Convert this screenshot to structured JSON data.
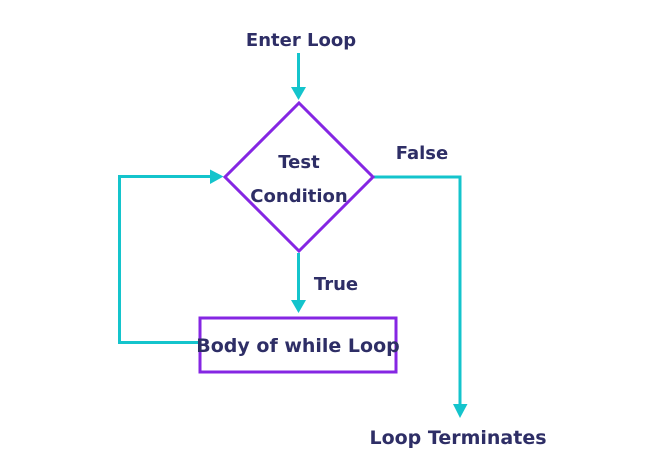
{
  "colors": {
    "background": "#ffffff",
    "arrow": "#14c4cc",
    "node_border": "#8526e3",
    "label_text": "#2e2e66"
  },
  "flowchart": {
    "entry_label": "Enter Loop",
    "decision_node": {
      "shape": "diamond",
      "line1": "Test",
      "line2": "Condition"
    },
    "false_branch_label": "False",
    "true_branch_label": "True",
    "body_node": {
      "shape": "rectangle",
      "label": "Body of while Loop"
    },
    "terminate_label": "Loop Terminates",
    "edges": [
      {
        "from": "entry",
        "to": "decision",
        "label": ""
      },
      {
        "from": "decision",
        "to": "body",
        "label": "True"
      },
      {
        "from": "decision",
        "to": "terminate",
        "label": "False"
      },
      {
        "from": "body",
        "to": "decision",
        "label": ""
      }
    ]
  }
}
